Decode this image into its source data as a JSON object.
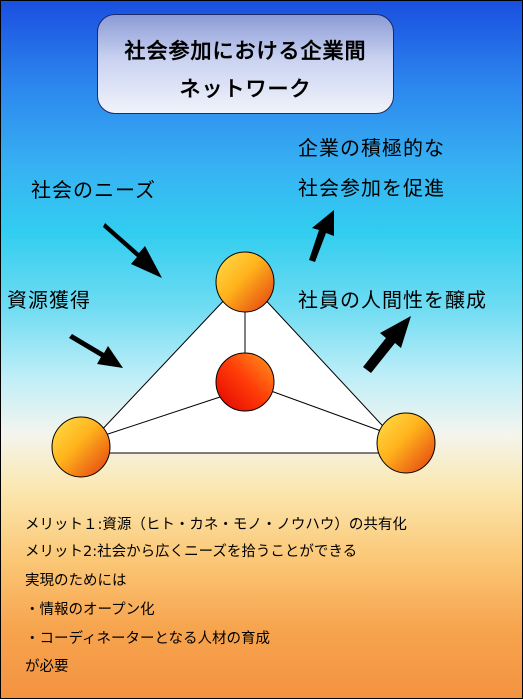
{
  "title": {
    "line1": "社会参加における企業間",
    "line2": "ネットワーク"
  },
  "labels": {
    "needs": "社会のニーズ",
    "resources": "資源獲得",
    "promote_line1": "企業の積極的な",
    "promote_line2": "社会参加を促進",
    "humanity": "社員の人間性を醸成"
  },
  "notes": {
    "merit1": "メリット１:資源（ヒト・カネ・モノ・ノウハウ）の共有化",
    "merit2": "メリット2:社会から広くニーズを拾うことができる",
    "realize": "実現のためには",
    "item1": "・情報のオープン化",
    "item2": "・コーディネーターとなる人材の育成",
    "required": "が必要"
  },
  "colors": {
    "node_light": "#ffd84a",
    "node_dark": "#e23a10",
    "center_light": "#ff8a1a",
    "center_dark": "#ff1400",
    "arrow": "#000000",
    "title_border": "#1b2a66"
  },
  "nodes": [
    "top-node",
    "left-node",
    "right-node",
    "center-node"
  ]
}
